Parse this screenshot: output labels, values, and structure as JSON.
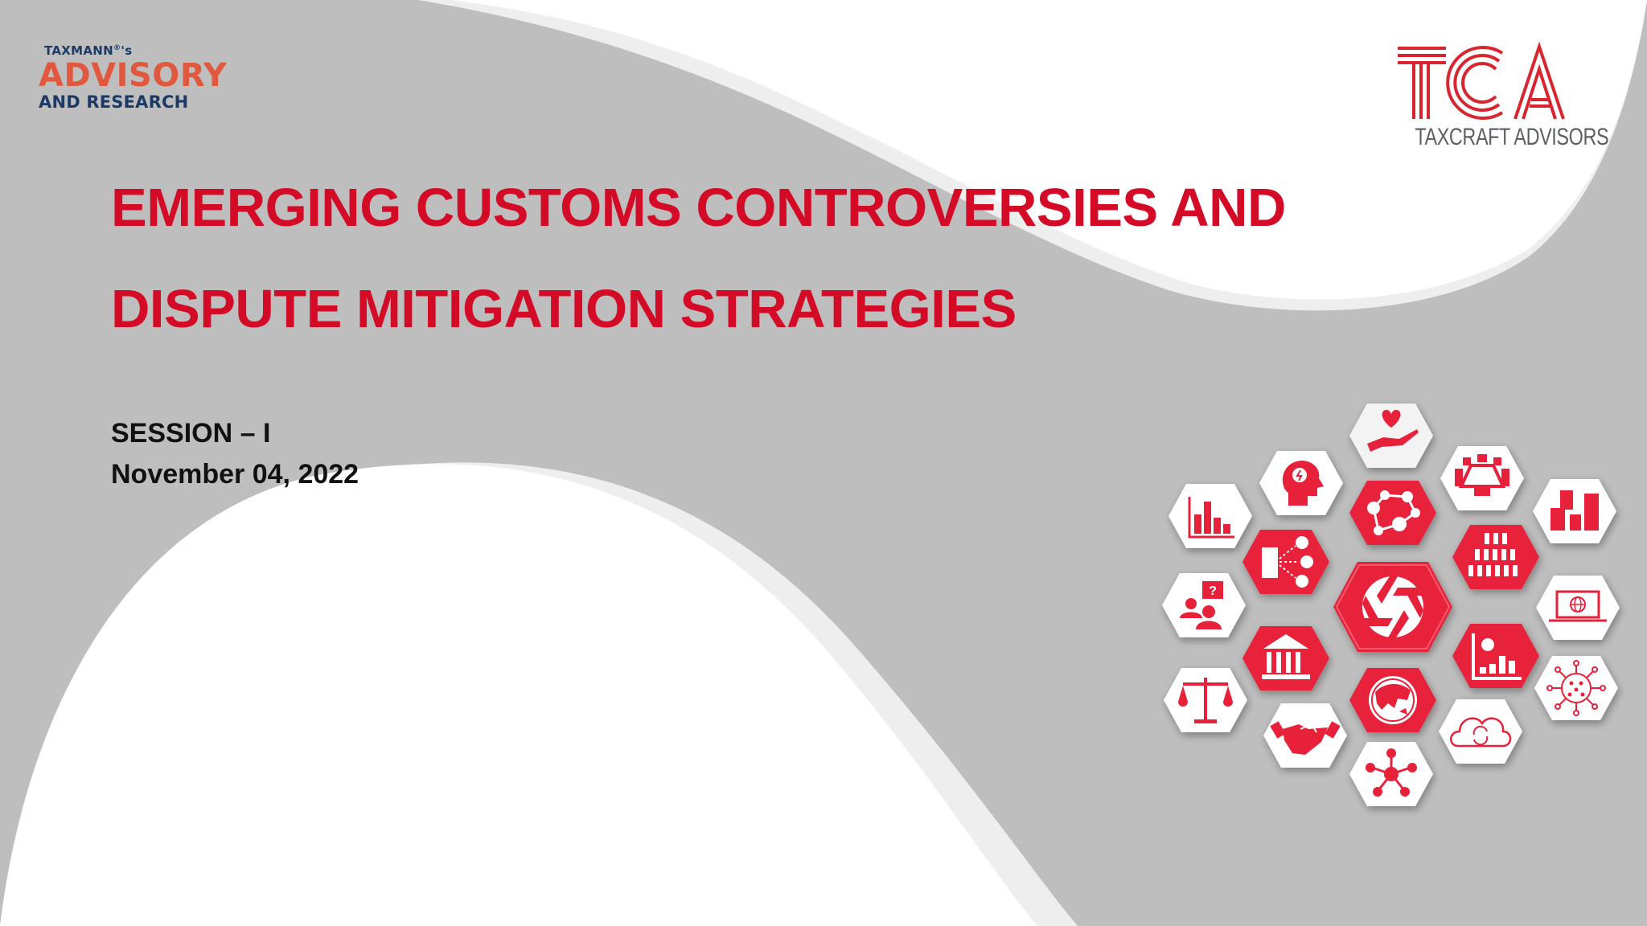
{
  "slide": {
    "background_color": "#bebebe",
    "accent_red": "#d40b27"
  },
  "brand_left": {
    "prefix": "TAXMANN",
    "registered": "®",
    "suffix": "'s",
    "name": "ADVISORY",
    "tagline": "AND RESEARCH",
    "colors": {
      "name": "#e0583e",
      "text": "#1b3a66"
    }
  },
  "brand_right": {
    "monogram": "TCA",
    "name": "TAXCRAFT ADVISORS",
    "colors": {
      "monogram": "#d9252f",
      "text": "#5d6165"
    }
  },
  "title": {
    "line1": "EMERGING CUSTOMS CONTROVERSIES AND",
    "line2": "DISPUTE MITIGATION STRATEGIES"
  },
  "session": {
    "label": "SESSION – I",
    "date": "November 04, 2022"
  },
  "icon_cluster": {
    "icons": [
      {
        "name": "heart-hand-icon",
        "style": "light"
      },
      {
        "name": "head-idea-icon",
        "style": "light"
      },
      {
        "name": "bar-chart-icon",
        "style": "light"
      },
      {
        "name": "meeting-table-icon",
        "style": "light"
      },
      {
        "name": "city-buildings-icon",
        "style": "light"
      },
      {
        "name": "people-network-icon",
        "style": "red"
      },
      {
        "name": "office-people-icon",
        "style": "red"
      },
      {
        "name": "crowd-icon",
        "style": "red"
      },
      {
        "name": "aperture-icon",
        "style": "red-large"
      },
      {
        "name": "question-people-icon",
        "style": "light"
      },
      {
        "name": "laptop-globe-icon",
        "style": "light"
      },
      {
        "name": "bank-icon",
        "style": "red"
      },
      {
        "name": "virus-chart-icon",
        "style": "red"
      },
      {
        "name": "scales-icon",
        "style": "light"
      },
      {
        "name": "globe-icon",
        "style": "red"
      },
      {
        "name": "virus-icon",
        "style": "light"
      },
      {
        "name": "handshake-icon",
        "style": "light"
      },
      {
        "name": "cloud-sync-icon",
        "style": "light"
      },
      {
        "name": "hub-network-icon",
        "style": "light"
      }
    ]
  }
}
